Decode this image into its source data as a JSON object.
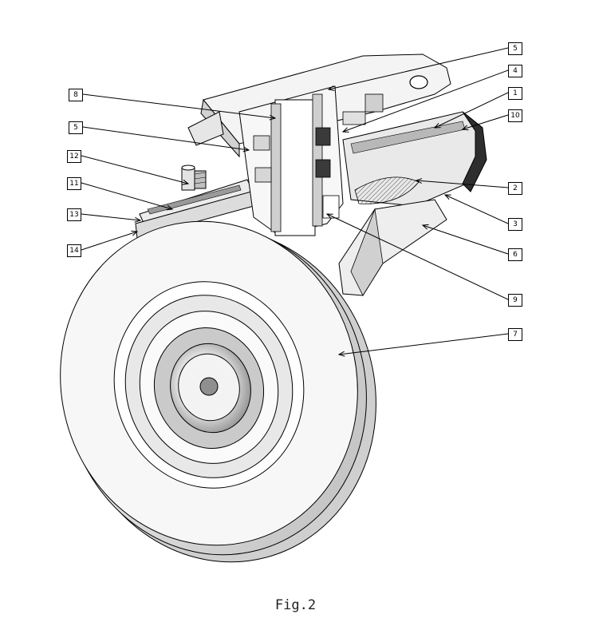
{
  "figure": {
    "caption": "Fig.2",
    "colors": {
      "line": "#000000",
      "fill": "#f2f2f2",
      "shade": "#c8c8c8",
      "dark": "#8a8a8a"
    }
  },
  "callouts": [
    {
      "id": "c5a",
      "text": "5"
    },
    {
      "id": "c4",
      "text": "4"
    },
    {
      "id": "c1",
      "text": "1"
    },
    {
      "id": "c10",
      "text": "10"
    },
    {
      "id": "c8",
      "text": "8"
    },
    {
      "id": "c5b",
      "text": "5"
    },
    {
      "id": "c12",
      "text": "12"
    },
    {
      "id": "c11",
      "text": "11"
    },
    {
      "id": "c13",
      "text": "13"
    },
    {
      "id": "c14",
      "text": "14"
    },
    {
      "id": "c2",
      "text": "2"
    },
    {
      "id": "c3",
      "text": "3"
    },
    {
      "id": "c6",
      "text": "6"
    },
    {
      "id": "c9",
      "text": "9"
    },
    {
      "id": "c7",
      "text": "7"
    }
  ]
}
